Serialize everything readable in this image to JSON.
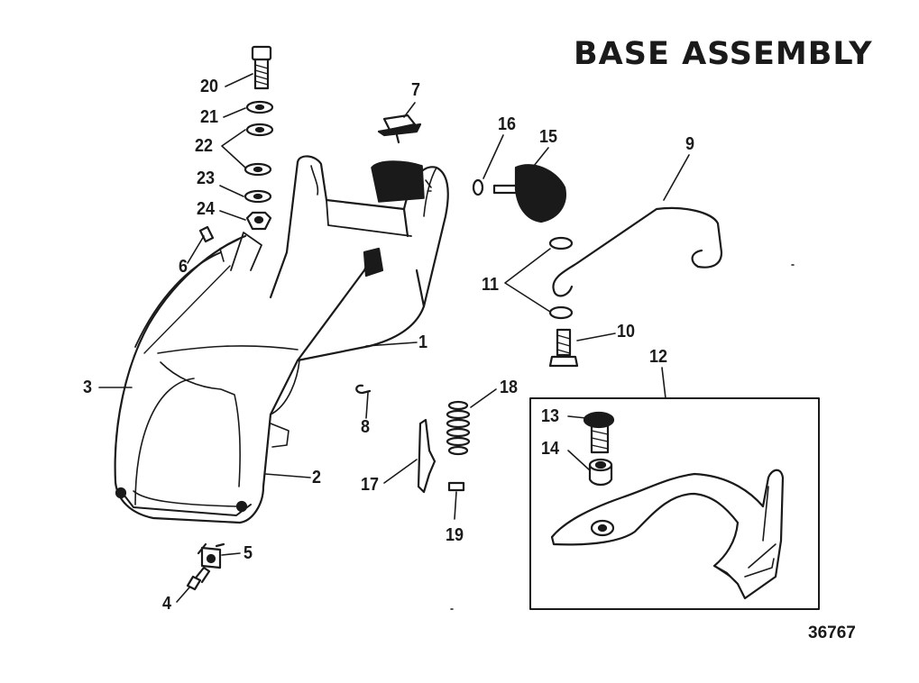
{
  "title": "BASE ASSEMBLY",
  "figure_number": "36767",
  "callouts": [
    "20",
    "21",
    "22",
    "23",
    "24",
    "6",
    "7",
    "16",
    "15",
    "9",
    "11",
    "10",
    "1",
    "12",
    "3",
    "8",
    "18",
    "13",
    "14",
    "2",
    "17",
    "19",
    "5",
    "4"
  ]
}
